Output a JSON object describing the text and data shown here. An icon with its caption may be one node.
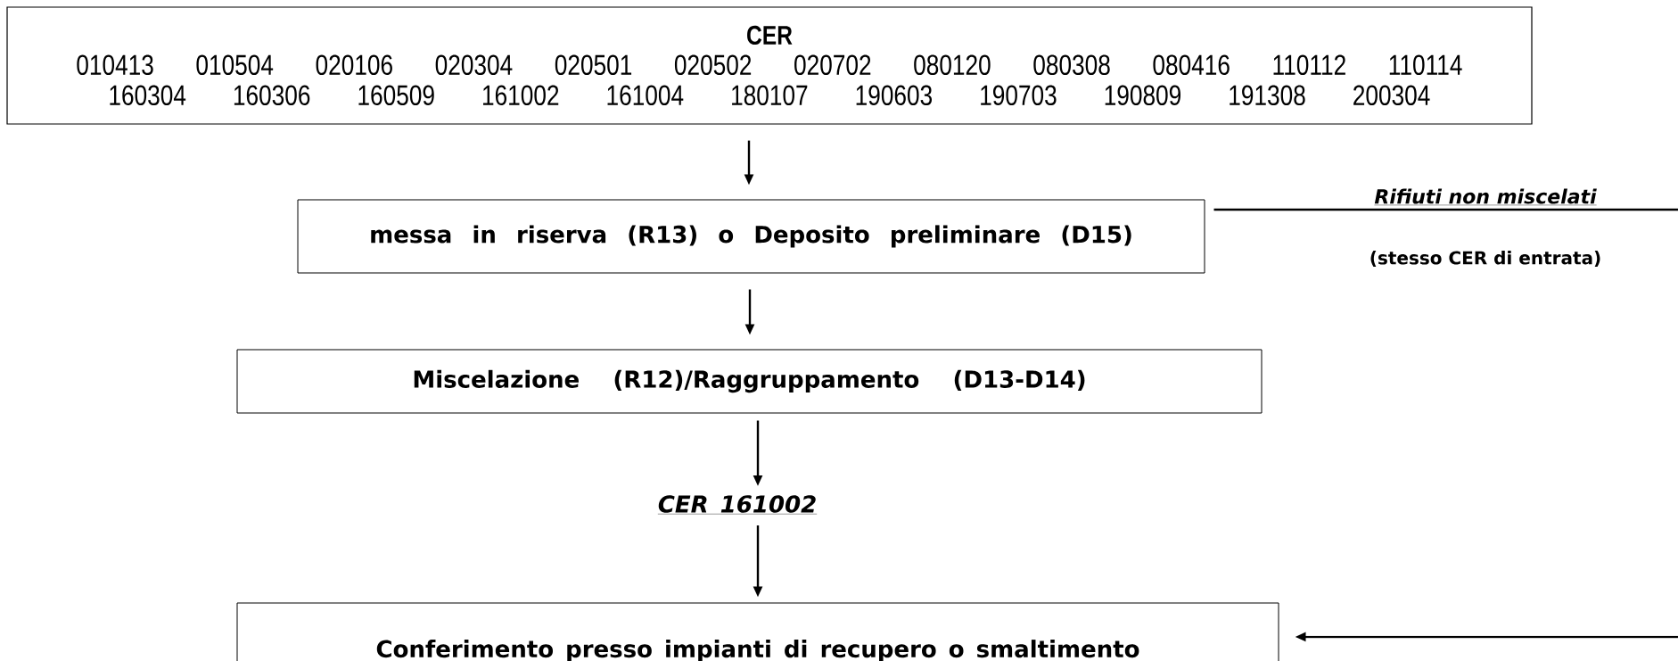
{
  "diagram": {
    "nodes": [
      {
        "text": [
          "CER",
          "010413 010504 020106 020304 020501 020502 020702 080120 080308 080416 110112 110114 160304 160306 160509 161002 161004 180107 190603 190703 190809 191308 200304"
        ]
      },
      {
        "text": [
          "messa in riserva (R13) o Deposito preliminare (D15)"
        ]
      },
      {
        "text": [
          "Miscelazione (R12)/Raggruppamento (D13-D14)"
        ]
      },
      {
        "text": [
          "CER 161002"
        ]
      },
      {
        "text": [
          "Conferimento presso impianti di recupero o smaltimento"
        ]
      }
    ],
    "edges": [
      {
        "from": 0,
        "to": 1,
        "arrow": "to"
      },
      {
        "from": 1,
        "to": 2,
        "arrow": "to"
      },
      {
        "from": 2,
        "to": 3,
        "arrow": "to"
      },
      {
        "from": 3,
        "to": 4,
        "arrow": "to"
      },
      {
        "from": 1,
        "to": null,
        "arrow": "none",
        "label": "Rifiuti non miscelati"
      },
      {
        "from": null,
        "to": 4,
        "arrow": "to"
      }
    ],
    "labels": [
      "(stesso CER di entrata)"
    ]
  }
}
